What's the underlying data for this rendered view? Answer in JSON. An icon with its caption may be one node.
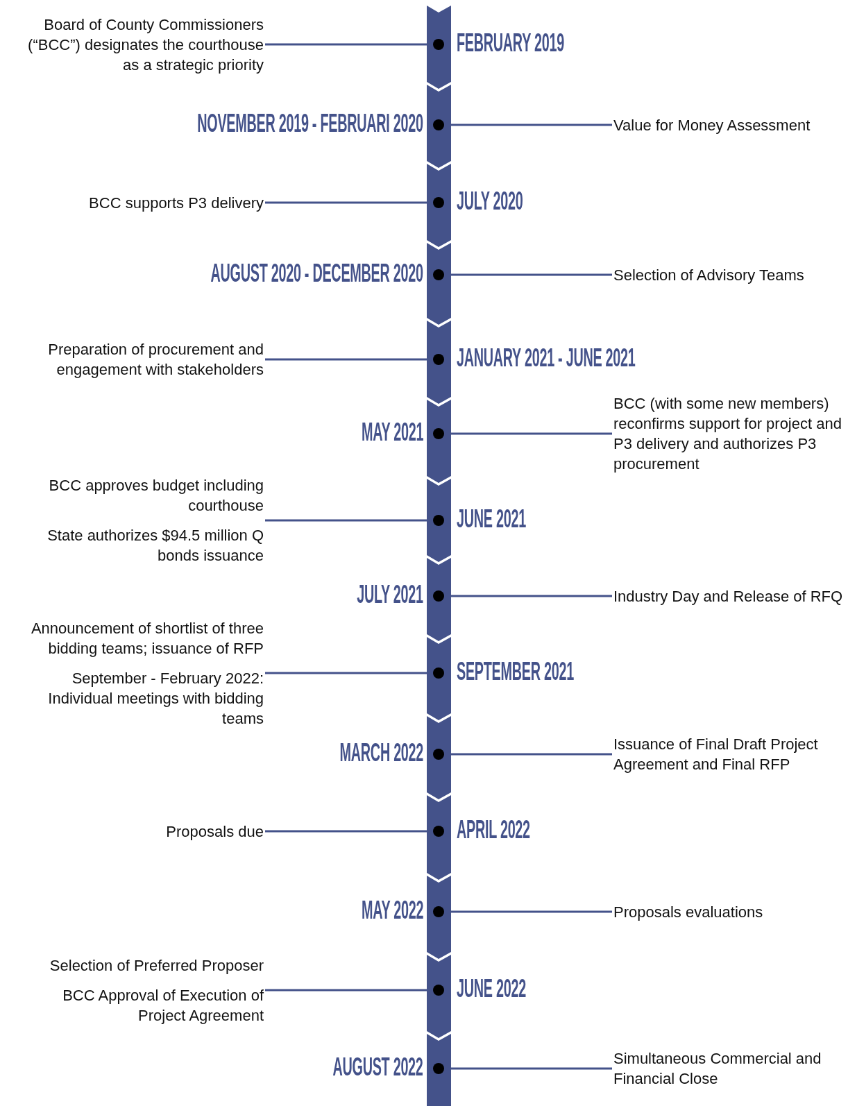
{
  "diagram": {
    "nodes": [
      {
        "text": [
          "Board of County Commissioners (“BCC”) designates the courthouse as a strategic priority"
        ]
      },
      {
        "text": [],
        "shape": "circle",
        "beside": [
          "FEBRUARY 2019"
        ]
      },
      {
        "text": [],
        "shape": "circle",
        "beside": [
          "NOVEMBER 2019 - FEBRUARI 2020"
        ]
      },
      {
        "text": [
          "Value for Money Assessment"
        ]
      },
      {
        "text": [
          "BCC supports P3 delivery"
        ]
      },
      {
        "text": [],
        "shape": "circle",
        "beside": [
          "JULY 2020"
        ]
      },
      {
        "text": [],
        "shape": "circle",
        "beside": [
          "AUGUST 2020 - DECEMBER 2020"
        ]
      },
      {
        "text": [
          "Selection of Advisory Teams"
        ]
      },
      {
        "text": [
          "Preparation of procurement and engagement with stakeholders"
        ]
      },
      {
        "text": [],
        "shape": "circle",
        "beside": [
          "JANUARY 2021 - JUNE 2021"
        ]
      },
      {
        "text": [],
        "shape": "circle",
        "beside": [
          "MAY 2021"
        ]
      },
      {
        "text": [
          "BCC (with some new members) reconfirms support for project and P3 delivery and authorizes P3 procurement"
        ]
      },
      {
        "text": [
          "BCC approves budget including courthouse",
          "State authorizes $94.5 million Q bonds issuance"
        ]
      },
      {
        "text": [],
        "shape": "circle",
        "beside": [
          "JUNE 2021"
        ]
      },
      {
        "text": [],
        "shape": "circle",
        "beside": [
          "JULY 2021"
        ]
      },
      {
        "text": [
          "Industry Day and Release of RFQ"
        ]
      },
      {
        "text": [
          "Announcement of shortlist of three bidding teams; issuance of RFP",
          "September - February 2022: Individual meetings with bidding teams"
        ]
      },
      {
        "text": [],
        "shape": "circle",
        "beside": [
          "SEPTEMBER 2021"
        ]
      },
      {
        "text": [],
        "shape": "circle",
        "beside": [
          "MARCH 2022"
        ]
      },
      {
        "text": [
          "Issuance of Final Draft Project Agreement and Final RFP"
        ]
      },
      {
        "text": [
          "Proposals due"
        ]
      },
      {
        "text": [],
        "shape": "circle",
        "beside": [
          "APRIL 2022"
        ]
      },
      {
        "text": [],
        "shape": "circle",
        "beside": [
          "MAY 2022"
        ]
      },
      {
        "text": [
          "Proposals evaluations"
        ]
      },
      {
        "text": [
          "Selection of Preferred Proposer",
          "BCC Approval of Execution of Project Agreement"
        ]
      },
      {
        "text": [],
        "shape": "circle",
        "beside": [
          "JUNE 2022"
        ]
      },
      {
        "text": [],
        "shape": "circle",
        "beside": [
          "AUGUST 2022"
        ]
      },
      {
        "text": [
          "Simultaneous Commercial and Financial Close"
        ]
      }
    ],
    "edges": [
      {
        "from": 0,
        "to": 1,
        "arrow": "none"
      },
      {
        "from": 3,
        "to": 2,
        "arrow": "none"
      },
      {
        "from": 4,
        "to": 5,
        "arrow": "none"
      },
      {
        "from": 7,
        "to": 6,
        "arrow": "none"
      },
      {
        "from": 8,
        "to": 9,
        "arrow": "none"
      },
      {
        "from": 11,
        "to": 10,
        "arrow": "none"
      },
      {
        "from": 12,
        "to": 13,
        "arrow": "none"
      },
      {
        "from": 15,
        "to": 14,
        "arrow": "none"
      },
      {
        "from": 16,
        "to": 17,
        "arrow": "none"
      },
      {
        "from": 19,
        "to": 18,
        "arrow": "none"
      },
      {
        "from": 20,
        "to": 21,
        "arrow": "none"
      },
      {
        "from": 23,
        "to": 22,
        "arrow": "none"
      },
      {
        "from": 24,
        "to": 25,
        "arrow": "none"
      },
      {
        "from": 27,
        "to": 26,
        "arrow": "none"
      }
    ]
  }
}
